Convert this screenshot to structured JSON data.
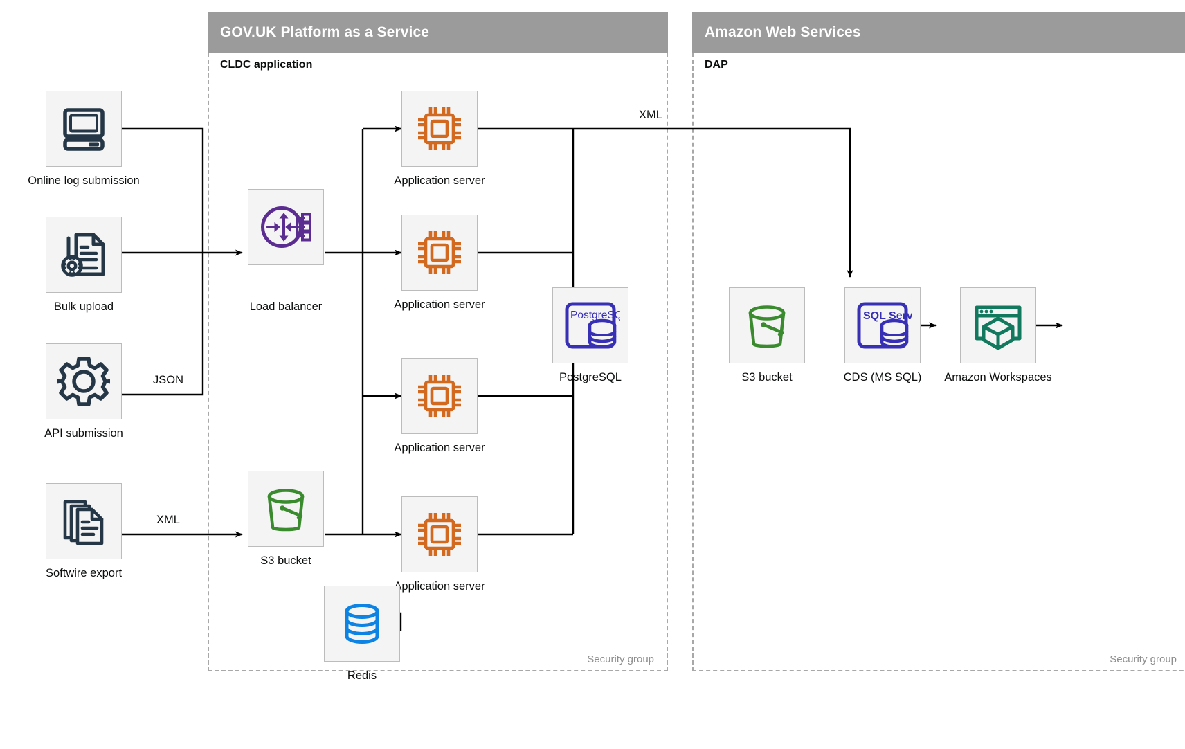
{
  "groups": [
    {
      "id": "paas",
      "title": "GOV.UK Platform as a Service",
      "subgroup": "CLDC application",
      "security_label": "Security group"
    },
    {
      "id": "aws",
      "title": "Amazon Web Services",
      "subgroup": "DAP",
      "security_label": "Security group"
    }
  ],
  "nodes": [
    {
      "id": "online-log-submission",
      "label": "Online log submission",
      "icon": "desktop-computer-icon"
    },
    {
      "id": "bulk-upload",
      "label": "Bulk upload",
      "icon": "document-gear-icon"
    },
    {
      "id": "api-submission",
      "label": "API submission",
      "icon": "gear-icon"
    },
    {
      "id": "softwire-export",
      "label": "Softwire export",
      "icon": "documents-stack-icon"
    },
    {
      "id": "load-balancer",
      "label": "Load balancer",
      "icon": "load-balancer-icon"
    },
    {
      "id": "s3-bucket-paas",
      "label": "S3 bucket",
      "icon": "s3-bucket-icon"
    },
    {
      "id": "app-server-1",
      "label": "Application server",
      "icon": "cpu-chip-icon"
    },
    {
      "id": "app-server-2",
      "label": "Application server",
      "icon": "cpu-chip-icon"
    },
    {
      "id": "app-server-3",
      "label": "Application server",
      "icon": "cpu-chip-icon"
    },
    {
      "id": "app-server-4",
      "label": "Application server",
      "icon": "cpu-chip-icon"
    },
    {
      "id": "postgresql",
      "label": "PostgreSQL",
      "icon": "postgresql-icon",
      "icon_text": "PostgreSQL"
    },
    {
      "id": "redis",
      "label": "Redis",
      "icon": "redis-database-icon"
    },
    {
      "id": "s3-bucket-aws",
      "label": "S3 bucket",
      "icon": "s3-bucket-icon"
    },
    {
      "id": "cds-ms-sql",
      "label": "CDS (MS SQL)",
      "icon": "sql-server-icon",
      "icon_text": "SQL Server"
    },
    {
      "id": "amazon-workspaces",
      "label": "Amazon Workspaces",
      "icon": "amazon-workspaces-icon"
    }
  ],
  "edge_labels": [
    {
      "id": "json-label",
      "text": "JSON"
    },
    {
      "id": "xml-label-softwire",
      "text": "XML"
    },
    {
      "id": "xml-label-dap",
      "text": "XML"
    }
  ],
  "colors": {
    "header_band": "#9b9b9b",
    "node_fill": "#f4f4f4",
    "node_border": "#bcbcbc",
    "dashed_border": "#a8a8a8",
    "icon_navy": "#253746",
    "icon_orange": "#d2691e",
    "icon_purple": "#5c2d91",
    "icon_green": "#3a8a2e",
    "icon_blue": "#0d84e3",
    "icon_indigo": "#3730b5",
    "icon_teal": "#12795e",
    "text": "#0b0c0c",
    "muted_text": "#8d8d8d",
    "connector": "#000000"
  }
}
